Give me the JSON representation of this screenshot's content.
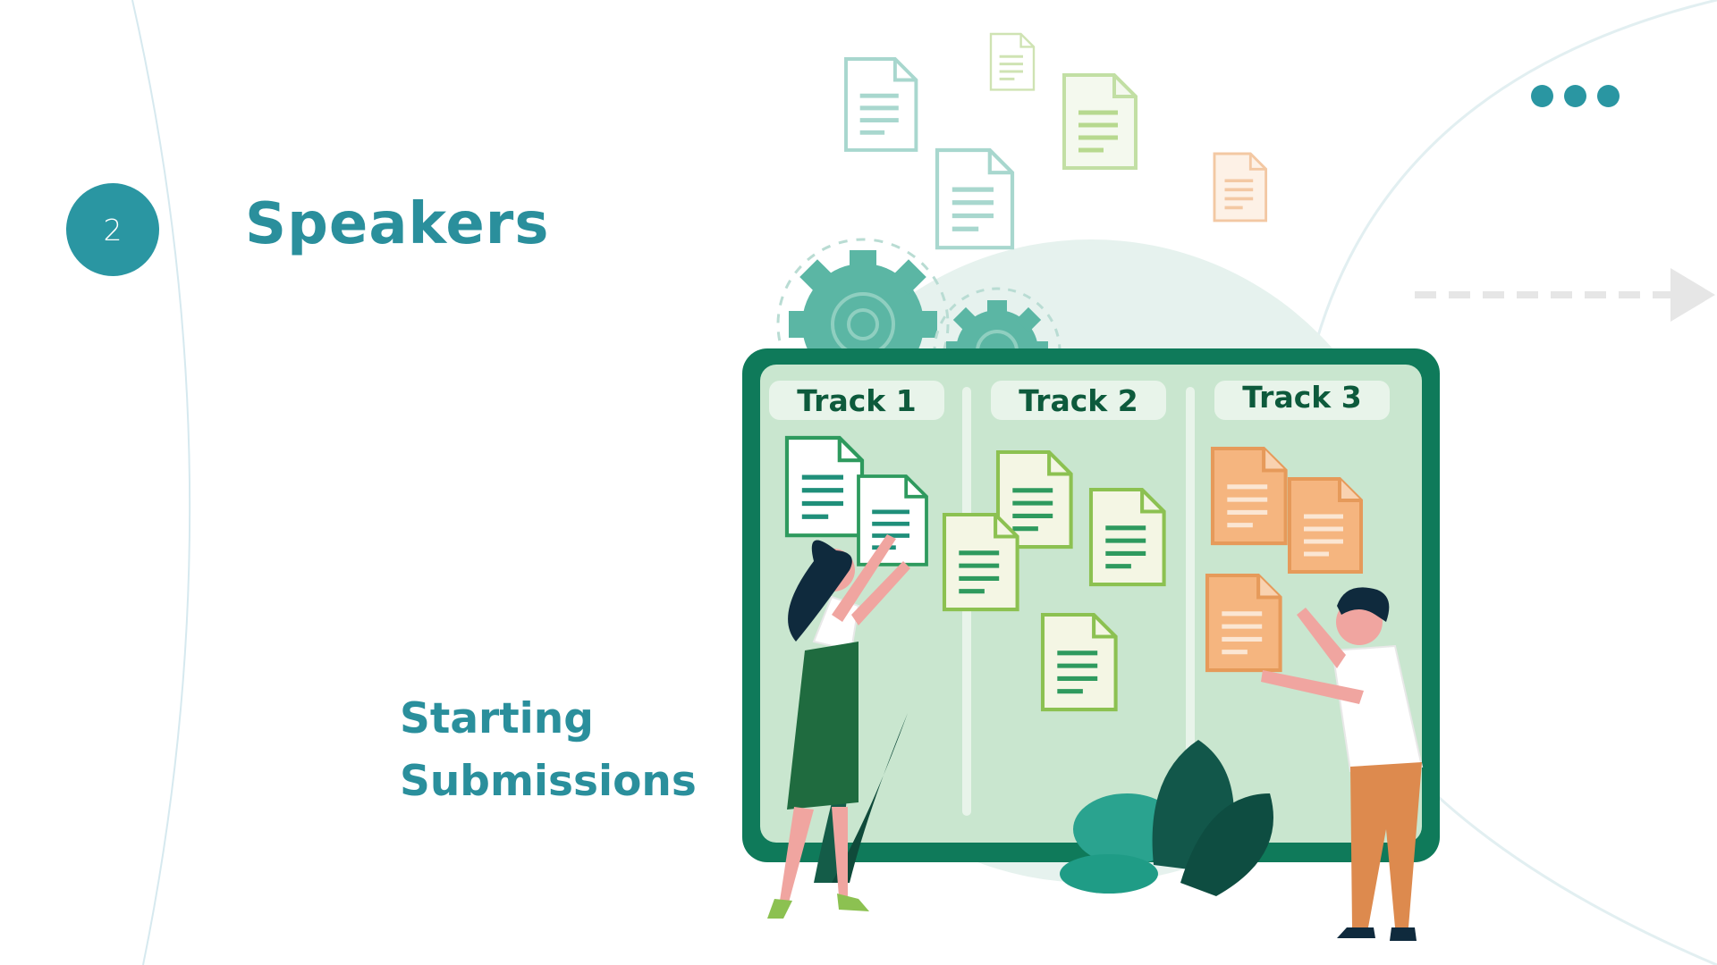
{
  "slide": {
    "step_number": "2",
    "title": "Speakers",
    "subtitle_lines": [
      "Starting",
      "Submissions"
    ]
  },
  "board": {
    "tracks": [
      {
        "label": "Track 1"
      },
      {
        "label": "Track 2"
      },
      {
        "label": "Track 3"
      }
    ]
  },
  "icons": {
    "more": "more-dots-icon",
    "arrow": "dashed-arrow-icon",
    "gears": "gear-icon",
    "documents": "document-icon"
  },
  "colors": {
    "accent": "#2a96a2",
    "board_frame": "#0f7a5a",
    "board_fill": "#c9e6cf",
    "doc_green": "#2e9a5e",
    "doc_lime": "#8cc151",
    "doc_orange": "#efab70"
  }
}
